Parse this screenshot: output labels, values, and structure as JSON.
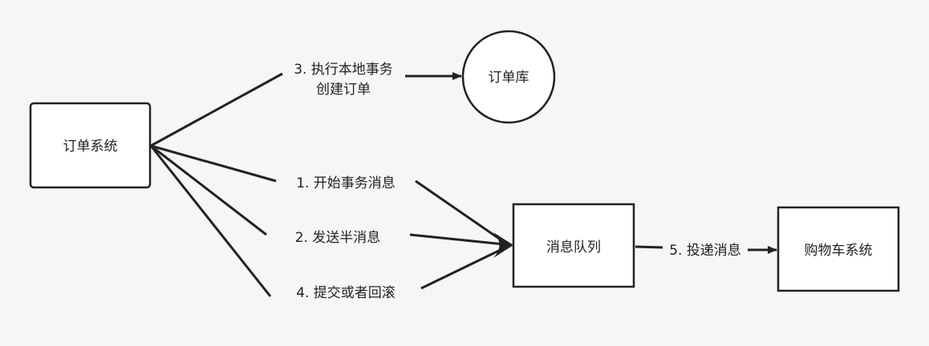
{
  "nodes": {
    "order_system": "订单系统",
    "order_db": "订单库",
    "message_queue": "消息队列",
    "cart_system": "购物车系统"
  },
  "edges": {
    "exec_local_line1": "3. 执行本地事务",
    "exec_local_line2": "创建订单",
    "begin_tx": "1. 开始事务消息",
    "send_half": "2. 发送半消息",
    "commit_rollback": "4. 提交或者回滚",
    "deliver": "5. 投递消息"
  },
  "colors": {
    "background": "#f6f6f6",
    "stroke": "#222222",
    "node_fill": "#ffffff"
  }
}
